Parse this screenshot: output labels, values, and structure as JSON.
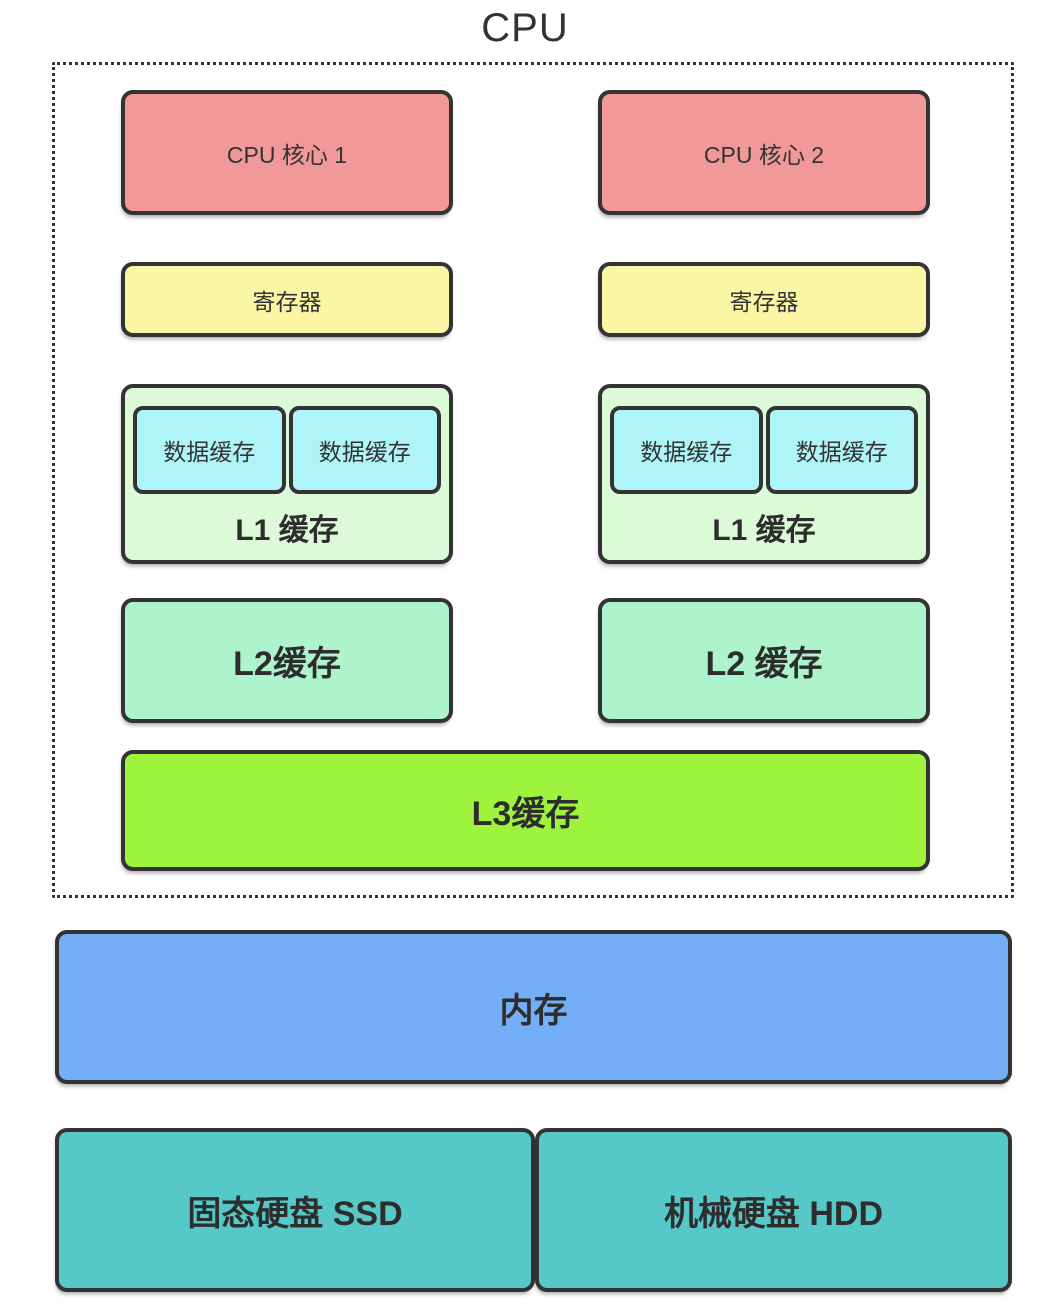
{
  "title": "CPU",
  "colors": {
    "core": "#F19999",
    "register": "#FBF6A4",
    "l1_background": "#DCFAD8",
    "data_cache": "#AFF4F7",
    "l2": "#ADF4CC",
    "l3": "#9EF33D",
    "memory": "#74AEF6",
    "storage": "#57C8C8",
    "border": "#333333"
  },
  "cpu": {
    "columns": [
      {
        "core": "CPU 核心 1",
        "register": "寄存器",
        "l1": {
          "label": "L1 缓存",
          "caches": [
            "数据缓存",
            "数据缓存"
          ]
        },
        "l2": "L2缓存"
      },
      {
        "core": "CPU 核心 2",
        "register": "寄存器",
        "l1": {
          "label": "L1 缓存",
          "caches": [
            "数据缓存",
            "数据缓存"
          ]
        },
        "l2": "L2 缓存"
      }
    ],
    "l3": "L3缓存"
  },
  "memory": "内存",
  "storage": [
    {
      "label": "固态硬盘 SSD"
    },
    {
      "label": "机械硬盘 HDD"
    }
  ]
}
